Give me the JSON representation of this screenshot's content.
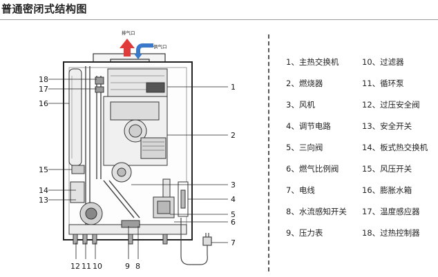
{
  "title": "普通密闭式结构图",
  "ports": {
    "exhaust": "排气口",
    "intake": "供气口"
  },
  "callouts": {
    "n1": "1",
    "n2": "2",
    "n3": "3",
    "n4": "4",
    "n5": "5",
    "n6": "6",
    "n7": "7",
    "n8": "8",
    "n9": "9",
    "n10": "10",
    "n11": "11",
    "n12": "12",
    "n13": "13",
    "n14": "14",
    "n15": "15",
    "n16": "16",
    "n17": "17",
    "n18": "18"
  },
  "legend": [
    "1、主热交换机",
    "2、燃烧器",
    "3、风机",
    "4、调节电路",
    "5、三向阀",
    "6、燃气比例阀",
    "7、电线",
    "8、水流感知开关",
    "9、压力表",
    "10、过滤器",
    "11、循环泵",
    "12、过压安全阀",
    "13、安全开关",
    "14、板式热交换机",
    "15、风压开关",
    "16、膨胀水箱",
    "17、温度感应器",
    "18、过热控制器"
  ],
  "colors": {
    "exhaust_arrow": "#e03a3a",
    "intake_arrow": "#3a79c9",
    "line": "#222222"
  }
}
